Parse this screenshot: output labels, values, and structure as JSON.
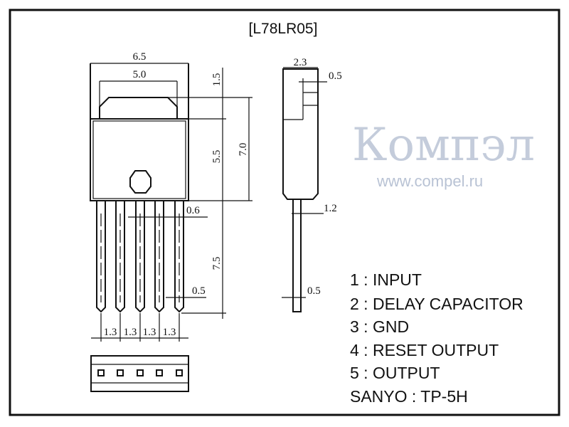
{
  "title": "[L78LR05]",
  "dimensions": {
    "width_outer": "6.5",
    "width_tab": "5.0",
    "tab_height": "1.5",
    "body_height": "5.5",
    "total_height": "7.0",
    "lead_gap": "0.6",
    "lead_length": "7.5",
    "lead_width": "0.5",
    "pitch": [
      "1.3",
      "1.3",
      "1.3",
      "1.3"
    ],
    "side_thickness": "2.3",
    "side_tab": "0.5",
    "side_lead_offset": "1.2",
    "side_lead_thickness": "0.5"
  },
  "pins": [
    "1 : INPUT",
    "2 : DELAY CAPACITOR",
    "3 : GND",
    "4 : RESET OUTPUT",
    "5 : OUTPUT"
  ],
  "package": "SANYO : TP-5H",
  "watermark": {
    "logo": "Компэл",
    "url": "www.compel.ru"
  }
}
